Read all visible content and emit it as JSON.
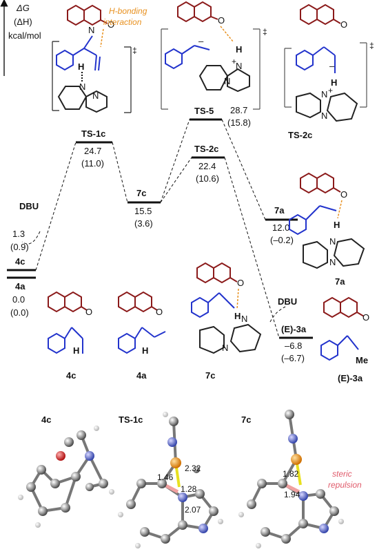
{
  "axis": {
    "label_line1": "ΔG",
    "label_line2": "(ΔH)",
    "label_line3": "kcal/mol"
  },
  "states": [
    {
      "id": "4c",
      "name": "4c",
      "dg": "1.3",
      "dh": "(0.9)"
    },
    {
      "id": "4a",
      "name": "4a",
      "dg": "0.0",
      "dh": "(0.0)"
    },
    {
      "id": "ts1c",
      "name": "TS-1c",
      "dg": "24.7",
      "dh": "(11.0)"
    },
    {
      "id": "7c",
      "name": "7c",
      "dg": "15.5",
      "dh": "(3.6)"
    },
    {
      "id": "ts5",
      "name": "TS-5",
      "dg": "28.7",
      "dh": "(15.8)"
    },
    {
      "id": "ts2c",
      "name": "TS-2c",
      "dg": "22.4",
      "dh": "(10.6)"
    },
    {
      "id": "7a",
      "name": "7a",
      "dg": "12.0",
      "dh": "(–0.2)"
    },
    {
      "id": "e3a",
      "name": "(E)-3a",
      "dg": "–6.8",
      "dh": "(–6.7)"
    }
  ],
  "annotations": {
    "h_bonding": "H-bonding interaction",
    "h_bonding_1": "H-bonding",
    "h_bonding_2": "interaction",
    "dbu_left": "DBU",
    "dbu_right": "DBU",
    "dagger": "‡",
    "steric": "steric repulsion",
    "steric_1": "steric",
    "steric_2": "repulsion"
  },
  "structure_labels": {
    "ts2c": "TS-2c",
    "7a": "7a",
    "7c": "7c",
    "4c": "4c",
    "4a": "4a",
    "e3a": "(E)-3a"
  },
  "atom_labels": {
    "N": "N",
    "O": "O",
    "H": "H",
    "Nplus": "N",
    "plus": "+",
    "minus": "–",
    "me": "Me"
  },
  "models": {
    "m4c": "4c",
    "mts1c": "TS-1c",
    "m7c": "7c",
    "dist1": "2.32",
    "dist2": "1.46",
    "dist3": "1.28",
    "dist4": "2.07",
    "dist5": "1.82",
    "dist6": "1.94"
  }
}
